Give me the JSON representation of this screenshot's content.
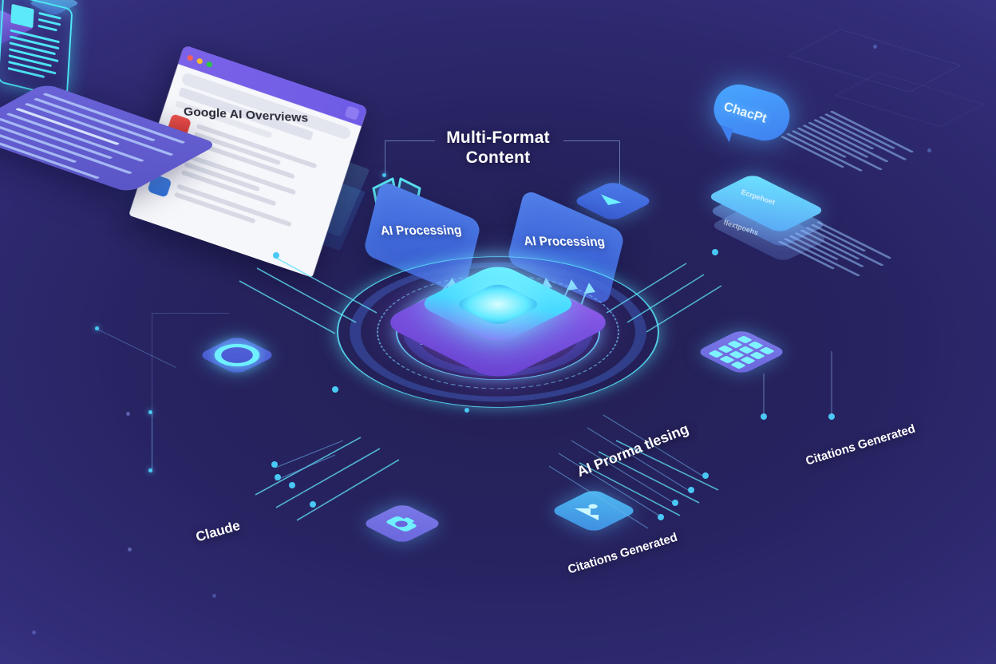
{
  "scene": {
    "title_heading": "Multi-Format Content",
    "background": {
      "center_color": "#231f52",
      "edge_color": "#5456bd",
      "accent_cyan": "#4ee6f5",
      "accent_purple": "#8a5cf0"
    }
  },
  "browser": {
    "title": "Google AI Overviews",
    "traffic_lights": [
      "#ff5f57",
      "#febc2e",
      "#28c840"
    ],
    "rows": [
      {
        "icon_color": "#e8443f"
      },
      {
        "icon_color": "#5a63d8"
      },
      {
        "icon_color": "#3f7fe0"
      }
    ]
  },
  "multi_format": {
    "heading_line1": "Multi-Format",
    "heading_line2": "Content",
    "icons": [
      {
        "name": "book-icon",
        "glyph": "book"
      },
      {
        "name": "video-play-icon",
        "glyph": "play"
      }
    ]
  },
  "process_cards": [
    {
      "label": "AI Processing"
    },
    {
      "label": "AI Processing"
    }
  ],
  "chatgpt": {
    "bubble_label": "ChacPt",
    "stack_cards": [
      {
        "label": "Ecrpehoet"
      },
      {
        "label": "flextpoehs"
      }
    ]
  },
  "hub": {
    "label": "AI Prorma tlesing"
  },
  "side_icons": [
    {
      "name": "ring-icon",
      "label": ""
    },
    {
      "name": "grid-keypad-icon",
      "label": ""
    },
    {
      "name": "camera-icon",
      "label": ""
    },
    {
      "name": "image-icon",
      "label": ""
    }
  ],
  "document": {
    "label": "Claude"
  },
  "citations": [
    {
      "label": "Citations Generated"
    },
    {
      "label": "Citations Generated"
    }
  ],
  "chat_panel": {
    "line_count": 9
  }
}
